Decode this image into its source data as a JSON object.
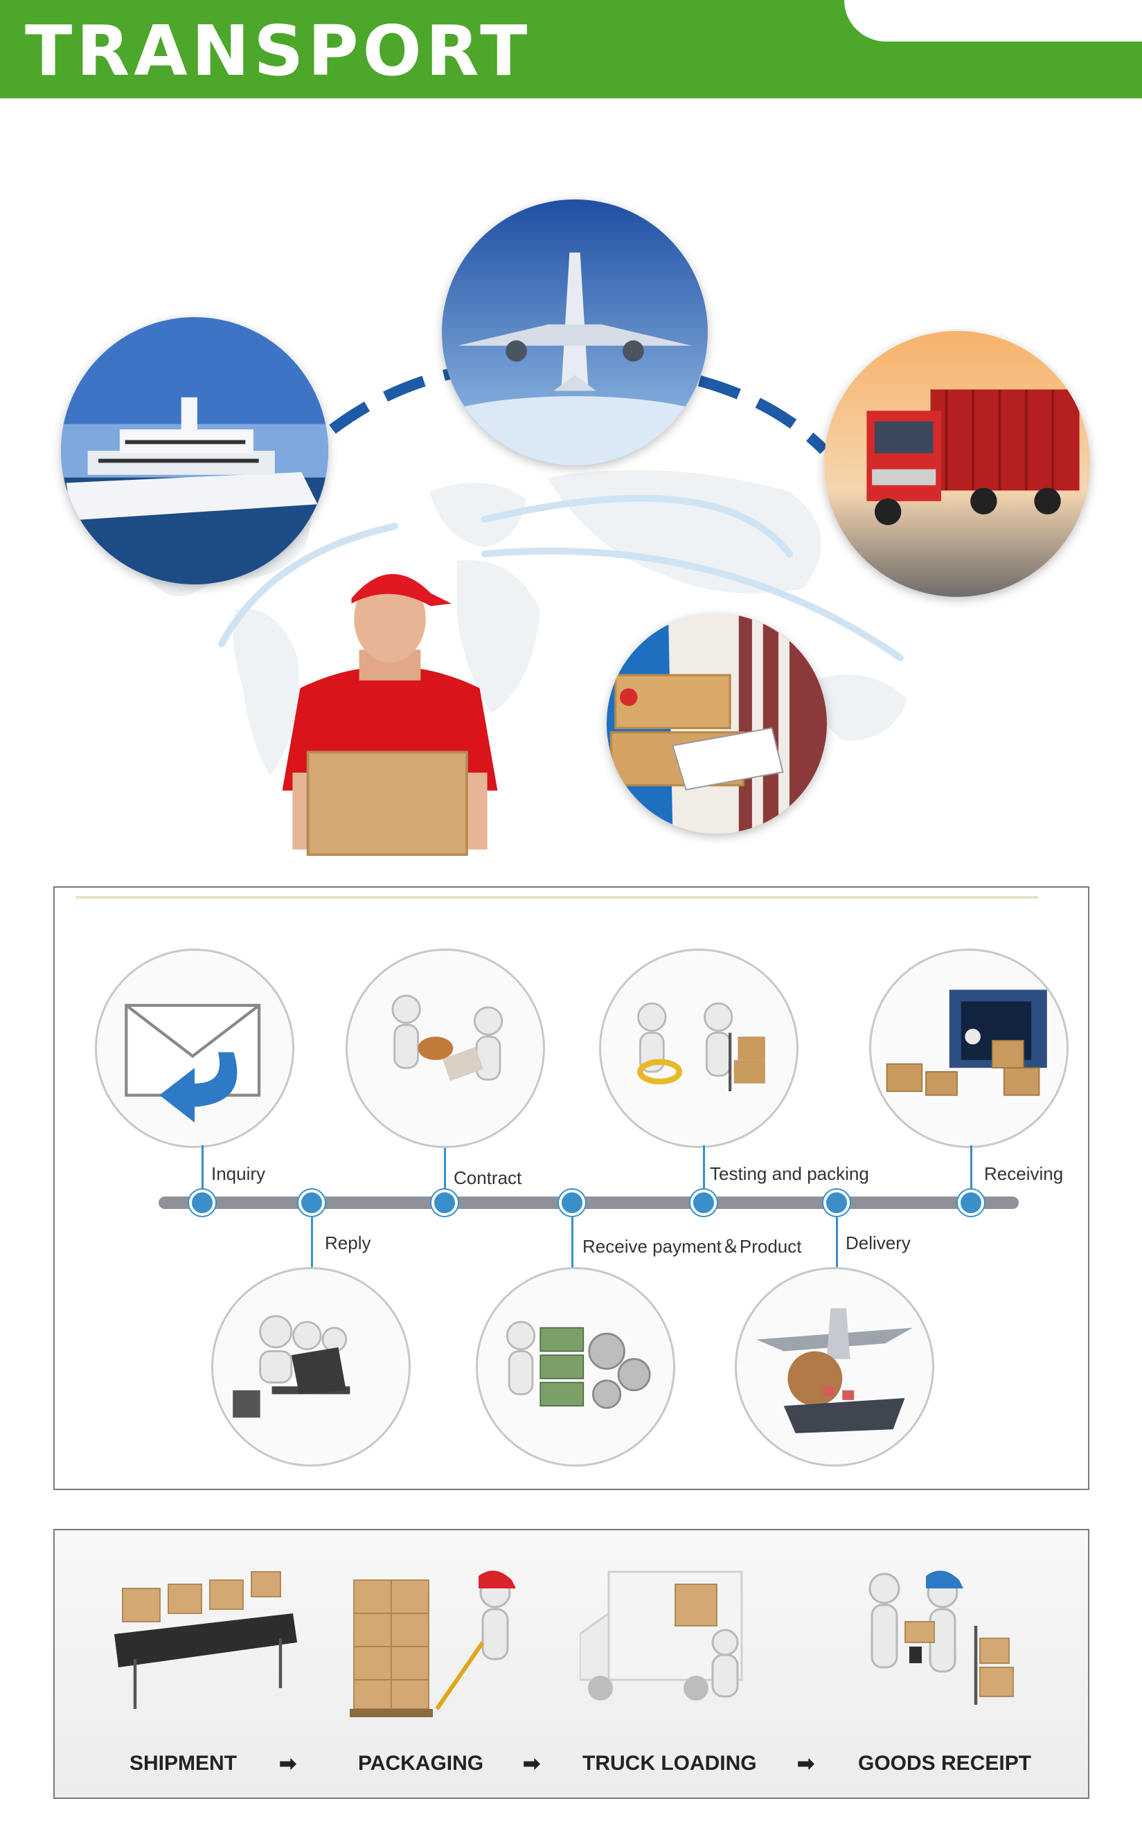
{
  "header": {
    "title": "TRANSPORT",
    "bar_color": "#4ca72a"
  },
  "process": {
    "stages": [
      {
        "label": "Inquiry"
      },
      {
        "label": "Reply"
      },
      {
        "label": "Contract"
      },
      {
        "label": "Receive payment＆Product"
      },
      {
        "label": "Testing and packing"
      },
      {
        "label": "Delivery"
      },
      {
        "label": "Receiving"
      }
    ],
    "accent_color": "#3a8fc9"
  },
  "steps": {
    "items": [
      {
        "label": "SHIPMENT"
      },
      {
        "label": "PACKAGING"
      },
      {
        "label": "TRUCK LOADING"
      },
      {
        "label": "GOODS RECEIPT"
      }
    ],
    "arrow": "➡"
  }
}
